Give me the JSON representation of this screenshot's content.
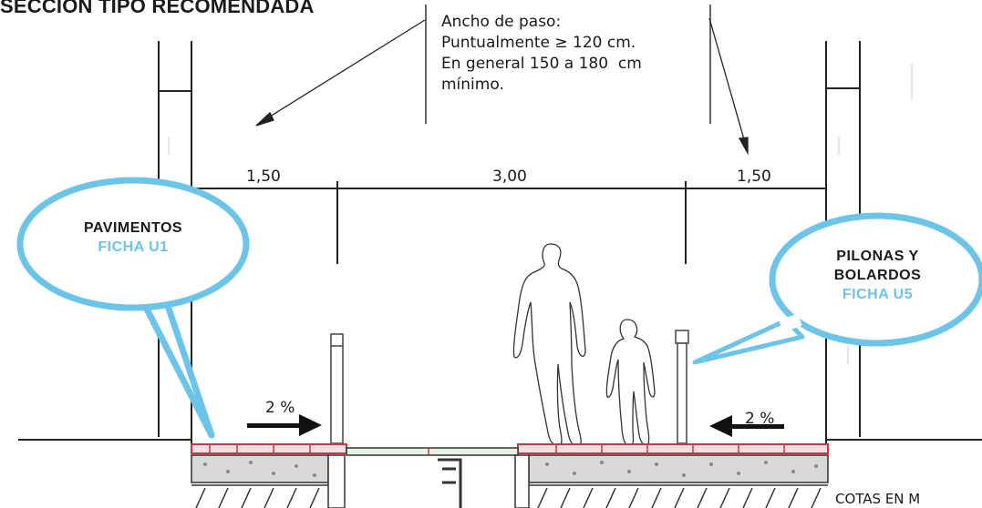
{
  "title": "SECCION TIPO RECOMENDADA",
  "note": {
    "lines": [
      "Ancho de paso:",
      "Puntualmente ≥ 120 cm.",
      "En general 150 a 180  cm",
      "mínimo."
    ]
  },
  "dimensions": [
    "1,50",
    "3,00",
    "1,50"
  ],
  "slopes": {
    "left": "2 %",
    "right": "2 %"
  },
  "bubbles": {
    "left": {
      "label": "PAVIMENTOS",
      "ref": "FICHA U1"
    },
    "right": {
      "label_line1": "PILONAS Y",
      "label_line2": "BOLARDOS",
      "ref": "FICHA U5"
    }
  },
  "units_note": "COTAS EN M",
  "colors": {
    "bubble_stroke": "#6cc4e8",
    "paving": "#cc3344",
    "line": "#222222"
  }
}
